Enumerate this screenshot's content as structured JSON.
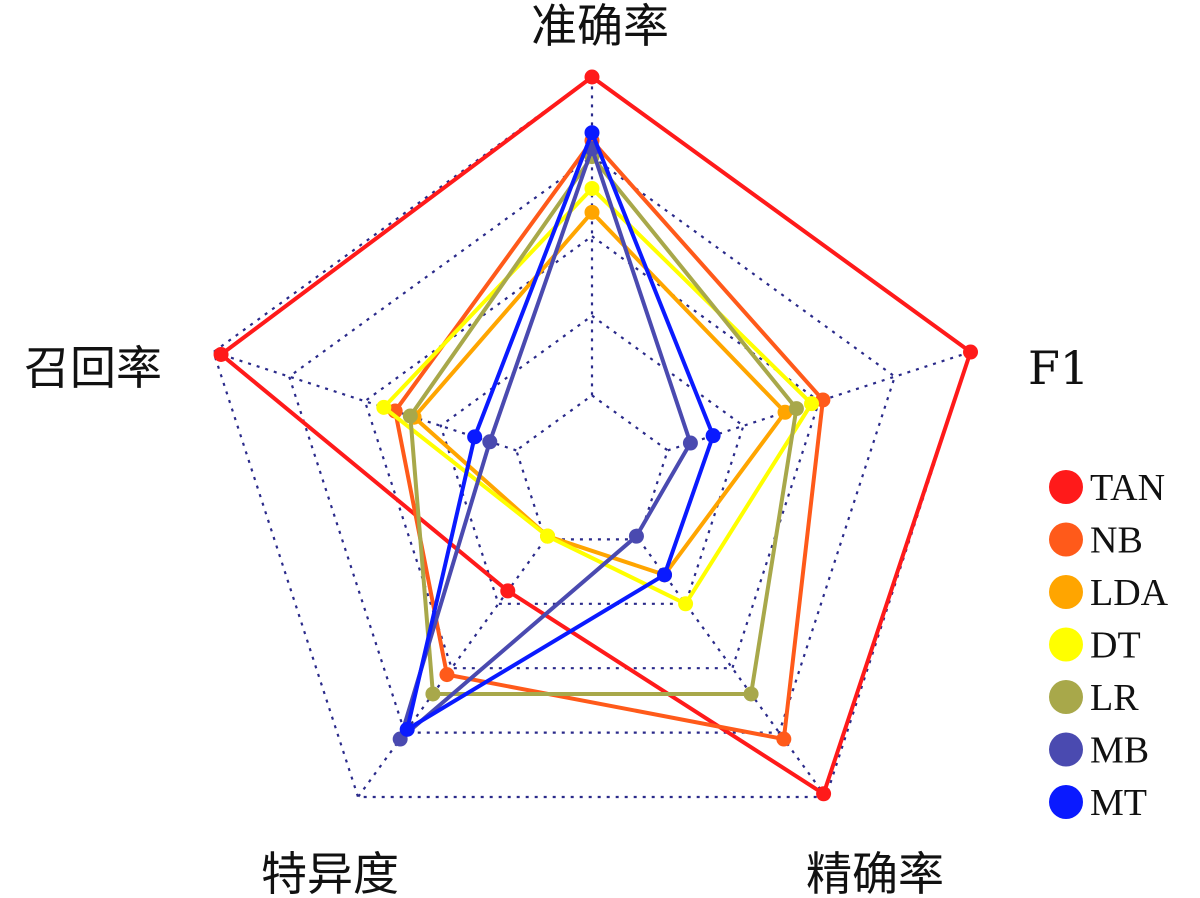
{
  "chart_data": {
    "type": "radar",
    "axes": [
      "准确率",
      "F1",
      "精确率",
      "特异度",
      "召回率"
    ],
    "rlim": [
      0,
      5
    ],
    "grid": true,
    "legend": "right",
    "series": [
      {
        "name": "TAN",
        "color": "#ff1a1a",
        "values": [
          5.0,
          5.0,
          4.95,
          1.8,
          4.9
        ]
      },
      {
        "name": "NB",
        "color": "#ff5a1a",
        "values": [
          4.2,
          3.05,
          4.1,
          3.1,
          2.6
        ]
      },
      {
        "name": "LDA",
        "color": "#ffa500",
        "values": [
          3.3,
          2.55,
          1.55,
          0.95,
          2.35
        ]
      },
      {
        "name": "DT",
        "color": "#ffff00",
        "values": [
          3.6,
          2.9,
          2.0,
          0.95,
          2.75
        ]
      },
      {
        "name": "LR",
        "color": "#a8a84a",
        "values": [
          4.0,
          2.7,
          3.4,
          3.4,
          2.4
        ]
      },
      {
        "name": "MB",
        "color": "#4a4ab0",
        "values": [
          4.1,
          1.3,
          0.95,
          4.1,
          1.35
        ]
      },
      {
        "name": "MT",
        "color": "#0a1aff",
        "values": [
          4.3,
          1.6,
          1.55,
          3.95,
          1.55
        ]
      }
    ]
  }
}
